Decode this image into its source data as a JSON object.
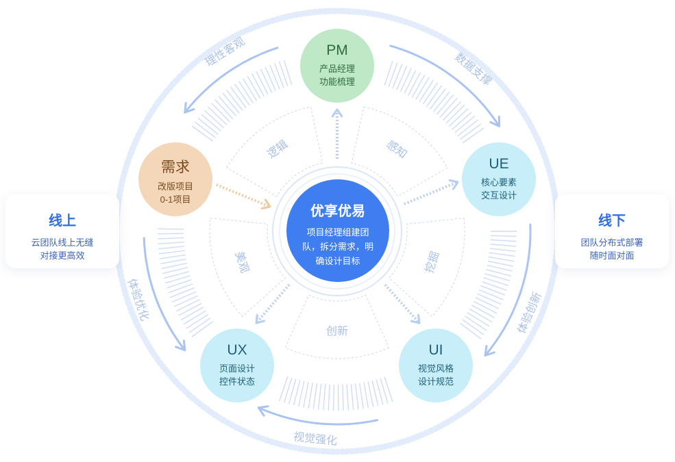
{
  "left_card": {
    "title": "线上",
    "lines": [
      "云团队线上无缝",
      "对接更高效"
    ]
  },
  "right_card": {
    "title": "线下",
    "lines": [
      "团队分布式部署",
      "随时面对面"
    ]
  },
  "core": {
    "title": "优享优易",
    "lines": [
      "项目经理组建团",
      "队，拆分需求，明",
      "确设计目标"
    ]
  },
  "nodes": {
    "pm": {
      "title": "PM",
      "lines": [
        "产品经理",
        "功能梳理"
      ]
    },
    "ue": {
      "title": "UE",
      "lines": [
        "核心要素",
        "交互设计"
      ]
    },
    "ui": {
      "title": "UI",
      "lines": [
        "视觉风格",
        "设计规范"
      ]
    },
    "ux": {
      "title": "UX",
      "lines": [
        "页面设计",
        "控件状态"
      ]
    },
    "req": {
      "title": "需求",
      "lines": [
        "改版项目",
        "0-1项目"
      ]
    }
  },
  "segments": [
    "感知",
    "挖掘",
    "创新",
    "美观",
    "逻辑"
  ],
  "outer_labels": [
    "数据支撑",
    "体验创新",
    "视觉强化",
    "体验优化",
    "理性客观"
  ],
  "colors": {
    "primary": "#3f7ef0",
    "ring_light": "#e3ecfb",
    "stripe": "#cfdcf7",
    "arc": "#a9c4f3",
    "label": "#a9c0ea",
    "pm": "#bfe8c7",
    "role": "#c8eef9",
    "requirement": "#f3d7b8"
  }
}
